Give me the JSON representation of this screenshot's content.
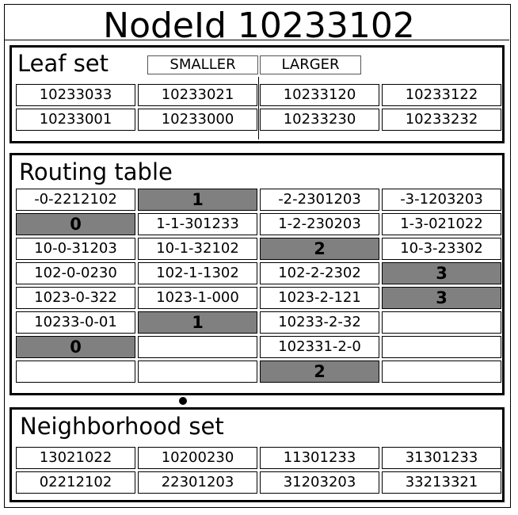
{
  "title": "NodeId 10233102",
  "leaf_set": {
    "label": "Leaf set",
    "smaller_label": "SMALLER",
    "larger_label": "LARGER",
    "rows": [
      [
        "10233033",
        "10233021",
        "10233120",
        "10233122"
      ],
      [
        "10233001",
        "10233000",
        "10233230",
        "10233232"
      ]
    ]
  },
  "routing_table": {
    "label": "Routing table",
    "rows": [
      [
        {
          "text": "-0-2212102",
          "gray": false
        },
        {
          "text": "1",
          "gray": true
        },
        {
          "text": "-2-2301203",
          "gray": false
        },
        {
          "text": "-3-1203203",
          "gray": false
        }
      ],
      [
        {
          "text": "0",
          "gray": true
        },
        {
          "text": "1-1-301233",
          "gray": false
        },
        {
          "text": "1-2-230203",
          "gray": false
        },
        {
          "text": "1-3-021022",
          "gray": false
        }
      ],
      [
        {
          "text": "10-0-31203",
          "gray": false
        },
        {
          "text": "10-1-32102",
          "gray": false
        },
        {
          "text": "2",
          "gray": true
        },
        {
          "text": "10-3-23302",
          "gray": false
        }
      ],
      [
        {
          "text": "102-0-0230",
          "gray": false
        },
        {
          "text": "102-1-1302",
          "gray": false
        },
        {
          "text": "102-2-2302",
          "gray": false
        },
        {
          "text": "3",
          "gray": true
        }
      ],
      [
        {
          "text": "1023-0-322",
          "gray": false
        },
        {
          "text": "1023-1-000",
          "gray": false
        },
        {
          "text": "1023-2-121",
          "gray": false
        },
        {
          "text": "3",
          "gray": true
        }
      ],
      [
        {
          "text": "10233-0-01",
          "gray": false
        },
        {
          "text": "1",
          "gray": true
        },
        {
          "text": "10233-2-32",
          "gray": false
        },
        {
          "text": "",
          "gray": false
        }
      ],
      [
        {
          "text": "0",
          "gray": true
        },
        {
          "text": "",
          "gray": false
        },
        {
          "text": "102331-2-0",
          "gray": false
        },
        {
          "text": "",
          "gray": false
        }
      ],
      [
        {
          "text": "",
          "gray": false
        },
        {
          "text": "",
          "gray": false
        },
        {
          "text": "2",
          "gray": true
        },
        {
          "text": "",
          "gray": false
        }
      ]
    ]
  },
  "neighborhood_set": {
    "label": "Neighborhood set",
    "rows": [
      [
        "13021022",
        "10200230",
        "11301233",
        "31301233"
      ],
      [
        "02212102",
        "22301203",
        "31203203",
        "33213321"
      ]
    ]
  }
}
